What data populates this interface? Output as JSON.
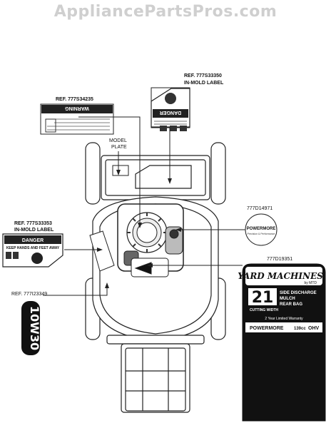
{
  "watermark": "AppliancePartsPros.com",
  "callouts": {
    "warning_ref": "REF. 777S34235",
    "danger_top_ref": "REF. 777S33350",
    "danger_top_sub": "IN-MOLD LABEL",
    "model_plate_1": "MODEL",
    "model_plate_2": "PLATE",
    "danger_left_ref": "REF. 777S33353",
    "danger_left_sub": "IN-MOLD LABEL",
    "ref_777i23349": "REF. 777I23349",
    "powermore_ref": "777D14971",
    "yard_ref": "777D19351"
  },
  "labels": {
    "warning_word": "WARNING",
    "danger_word": "DANGER",
    "danger_sub": "KEEP HANDS AND FEET AWAY",
    "powermore_word": "POWERMORE",
    "powermore_sub": "Precision & Performance",
    "yard_brand": "YARD MACHINES",
    "yard_by": "by MTD",
    "yard_size": "21",
    "yard_line1": "SIDE DISCHARGE",
    "yard_line2": "MULCH",
    "yard_line3": "REAR BAG",
    "yard_cut1": "CUTTING WIDTH",
    "yard_warranty": "2 Year Limited Warranty",
    "yard_power": "POWERMORE",
    "yard_cc": "139cc",
    "yard_ohv": "OHV",
    "oil_text": "10W30"
  }
}
